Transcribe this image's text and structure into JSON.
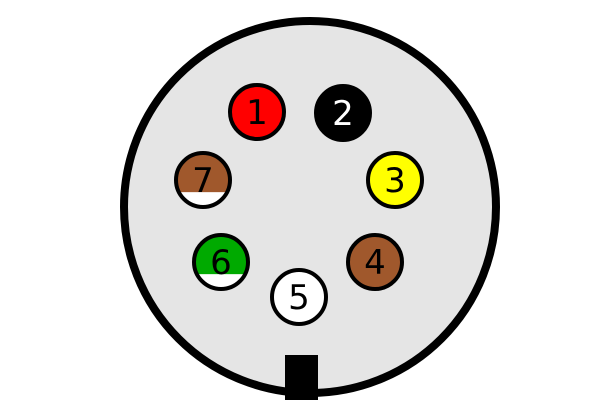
{
  "diagram": {
    "background_color": "#e5e5e5",
    "pins": [
      {
        "label": "1",
        "color": "#ff0000",
        "stripe": null
      },
      {
        "label": "2",
        "color": "#000000",
        "stripe": null,
        "text_color": "#ffffff"
      },
      {
        "label": "3",
        "color": "#ffff00",
        "stripe": null
      },
      {
        "label": "4",
        "color": "#a0582c",
        "stripe": null
      },
      {
        "label": "5",
        "color": "#ffffff",
        "stripe": null
      },
      {
        "label": "6",
        "color": "#00aa00",
        "stripe": "#ffffff"
      },
      {
        "label": "7",
        "color": "#a0582c",
        "stripe": "#ffffff"
      }
    ]
  }
}
